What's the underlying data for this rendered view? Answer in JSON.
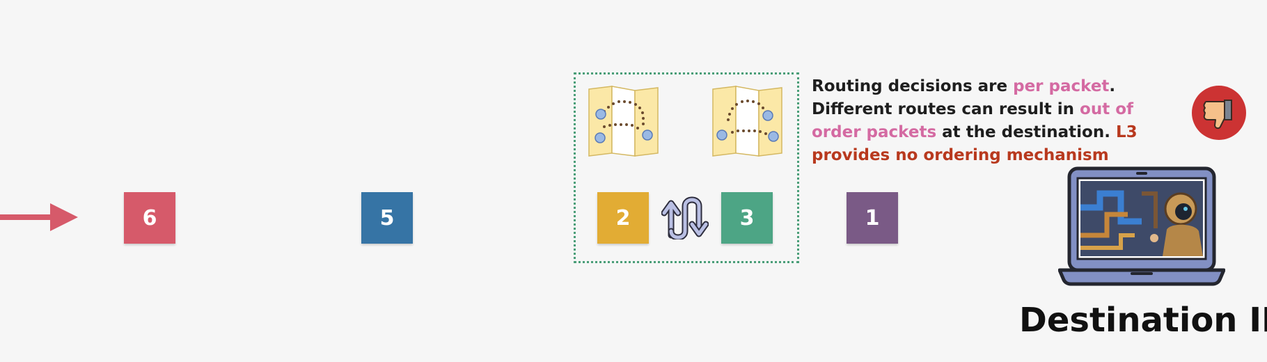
{
  "packets": [
    {
      "label": "6",
      "color": "#d65a6a"
    },
    {
      "label": "5",
      "color": "#3674a5"
    },
    {
      "label": "2",
      "color": "#e2ac34"
    },
    {
      "label": "3",
      "color": "#4da585"
    },
    {
      "label": "1",
      "color": "#7a5a86"
    }
  ],
  "description": {
    "part1": "Routing decisions are ",
    "hl1": "per packet",
    "part2": ". Different routes can result in ",
    "hl2": "out of order packets",
    "part3": " at the destination. ",
    "hl3": "L3 provides no ordering mechanism"
  },
  "destination_label": "Destination IP",
  "colors": {
    "arrow": "#d65a6a",
    "highlight_pink": "#d46aa2",
    "highlight_red": "#b8391e",
    "thumbs_down_bg": "#cc3333",
    "laptop_body": "#8290c4",
    "map_yellow": "#fbe8a7",
    "dotted_border": "#4a9e78"
  },
  "icons": [
    "incoming-arrow-icon",
    "map-icon",
    "swap-arrows-icon",
    "thumbs-down-icon",
    "laptop-icon"
  ]
}
